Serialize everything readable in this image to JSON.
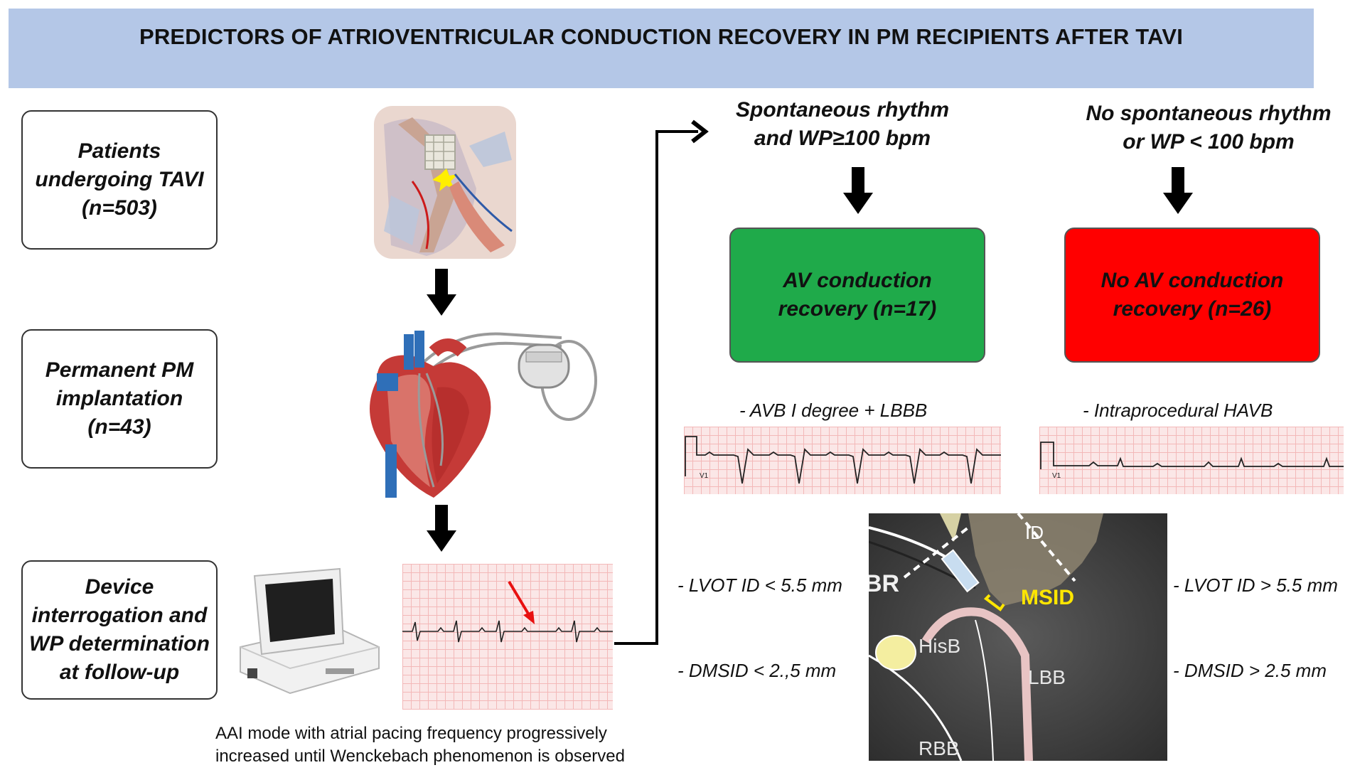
{
  "title": "PREDICTORS OF ATRIOVENTRICULAR CONDUCTION RECOVERY IN PM RECIPIENTS AFTER TAVI",
  "stages": [
    {
      "label": "Patients undergoing TAVI (n=503)"
    },
    {
      "label": "Permanent PM implantation (n=43)"
    },
    {
      "label": "Device interrogation and WP determination at follow-up"
    }
  ],
  "caption": {
    "line1": "AAI mode with atrial pacing frequency progressively",
    "line2": "increased until Wenckebach phenomenon is observed"
  },
  "outcomes": {
    "left": {
      "header_line1": "Spontaneous rhythm",
      "header_line2": "and WP≥100 bpm",
      "result": "AV conduction recovery (n=17)",
      "ecg_label": "- AVB I degree + LBBB",
      "ecg_lead": "V1",
      "predictor1": "- LVOT ID < 5.5 mm",
      "predictor2": "- DMSID < 2.,5 mm",
      "color": "#1faa4a"
    },
    "right": {
      "header_line1": "No spontaneous rhythm",
      "header_line2": "or WP < 100 bpm",
      "result": "No AV conduction recovery (n=26)",
      "ecg_label": "- Intraprocedural HAVB",
      "ecg_lead": "V1",
      "predictor1": "- LVOT ID > 5.5 mm",
      "predictor2": "- DMSID > 2.5 mm",
      "color": "#ff0000"
    }
  },
  "ct_labels": {
    "id": "ID",
    "msid": "MSID",
    "hisb": "HisB",
    "lbb": "LBB",
    "rbb": "RBB",
    "br": "BR"
  },
  "colors": {
    "title_bar": "#b4c7e7",
    "ecg_background": "#fbe7e7",
    "ecg_grid": "#f3b8b8",
    "msid_label": "#ffe600",
    "wenckebach_arrow": "#e81010"
  }
}
